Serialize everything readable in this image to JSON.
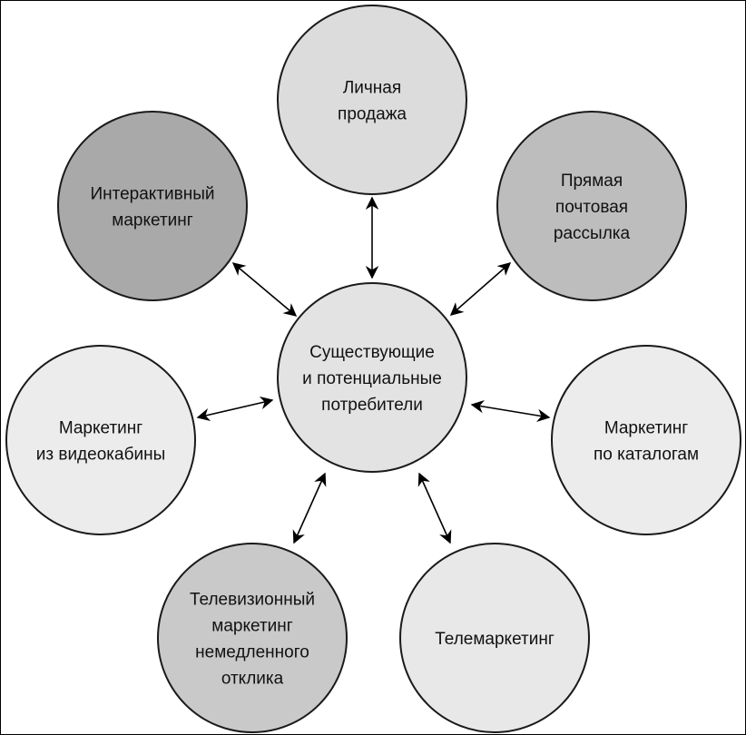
{
  "diagram": {
    "center": {
      "name": "center-node",
      "lines": [
        "Существующие",
        "и потенциальные",
        "потребители"
      ],
      "fill": "#e3e3e3"
    },
    "nodes": [
      {
        "name": "node-personal-selling",
        "lines": [
          "Личная",
          "продажа"
        ],
        "fill": "#dcdcdc"
      },
      {
        "name": "node-direct-mail",
        "lines": [
          "Прямая",
          "почтовая",
          "рассылка"
        ],
        "fill": "#bdbdbd"
      },
      {
        "name": "node-catalog-marketing",
        "lines": [
          "Маркетинг",
          "по каталогам"
        ],
        "fill": "#ececec"
      },
      {
        "name": "node-telemarketing",
        "lines": [
          "Телемаркетинг"
        ],
        "fill": "#e8e8e8"
      },
      {
        "name": "node-tv-marketing",
        "lines": [
          "Телевизионный",
          "маркетинг",
          "немедленного",
          "отклика"
        ],
        "fill": "#c9c9c9"
      },
      {
        "name": "node-kiosk-marketing",
        "lines": [
          "Маркетинг",
          "из видеокабины"
        ],
        "fill": "#ececec"
      },
      {
        "name": "node-interactive-marketing",
        "lines": [
          "Интерактивный",
          "маркетинг"
        ],
        "fill": "#a9a9a9"
      }
    ]
  }
}
